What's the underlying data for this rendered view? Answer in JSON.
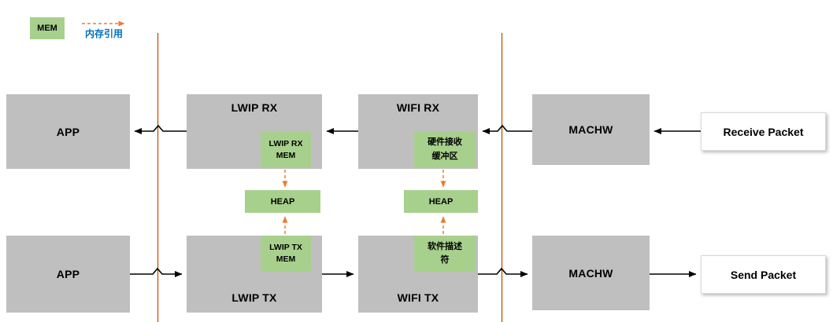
{
  "legend": {
    "mem": "MEM",
    "memory_ref": "内存引用"
  },
  "receive_path": {
    "app": "APP",
    "lwip_rx": "LWIP RX",
    "lwip_rx_mem": "LWIP RX\nMEM",
    "wifi_rx": "WIFI RX",
    "hw_rx_buffer": "硬件接收\n缓冲区",
    "machw": "MACHW",
    "receive_packet": "Receive Packet"
  },
  "heaps": {
    "left": "HEAP",
    "right": "HEAP"
  },
  "send_path": {
    "app": "APP",
    "lwip_tx": "LWIP TX",
    "lwip_tx_mem": "LWIP TX\nMEM",
    "wifi_tx": "WIFI TX",
    "sw_descriptor": "软件描述\n符",
    "machw": "MACHW",
    "send_packet": "Send Packet"
  },
  "colors": {
    "box_gray": "#BFBFBF",
    "mem_green": "#A8D08D",
    "ref_orange": "#ED7D31",
    "divider_orange": "#C55A11",
    "label_blue": "#0070C0",
    "arrow_black": "#000000"
  }
}
